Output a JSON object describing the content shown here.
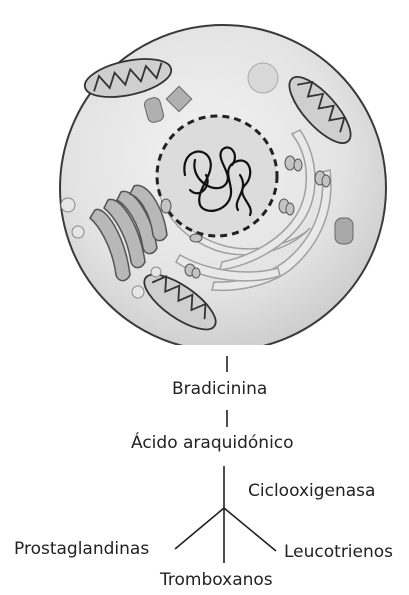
{
  "labels": {
    "bradicinina": "Bradicinina",
    "acido": "Ácido araquidónico",
    "ciclooxigenasa": "Ciclooxigenasa",
    "prostaglandinas": "Prostaglandinas",
    "leucotrienos": "Leucotrienos",
    "tromboxanos": "Tromboxanos"
  },
  "colors": {
    "cell_fill": "#dedede",
    "cell_outline": "#3a3a3a",
    "organelle_fill": "#bdbdbd",
    "line": "#222222"
  }
}
